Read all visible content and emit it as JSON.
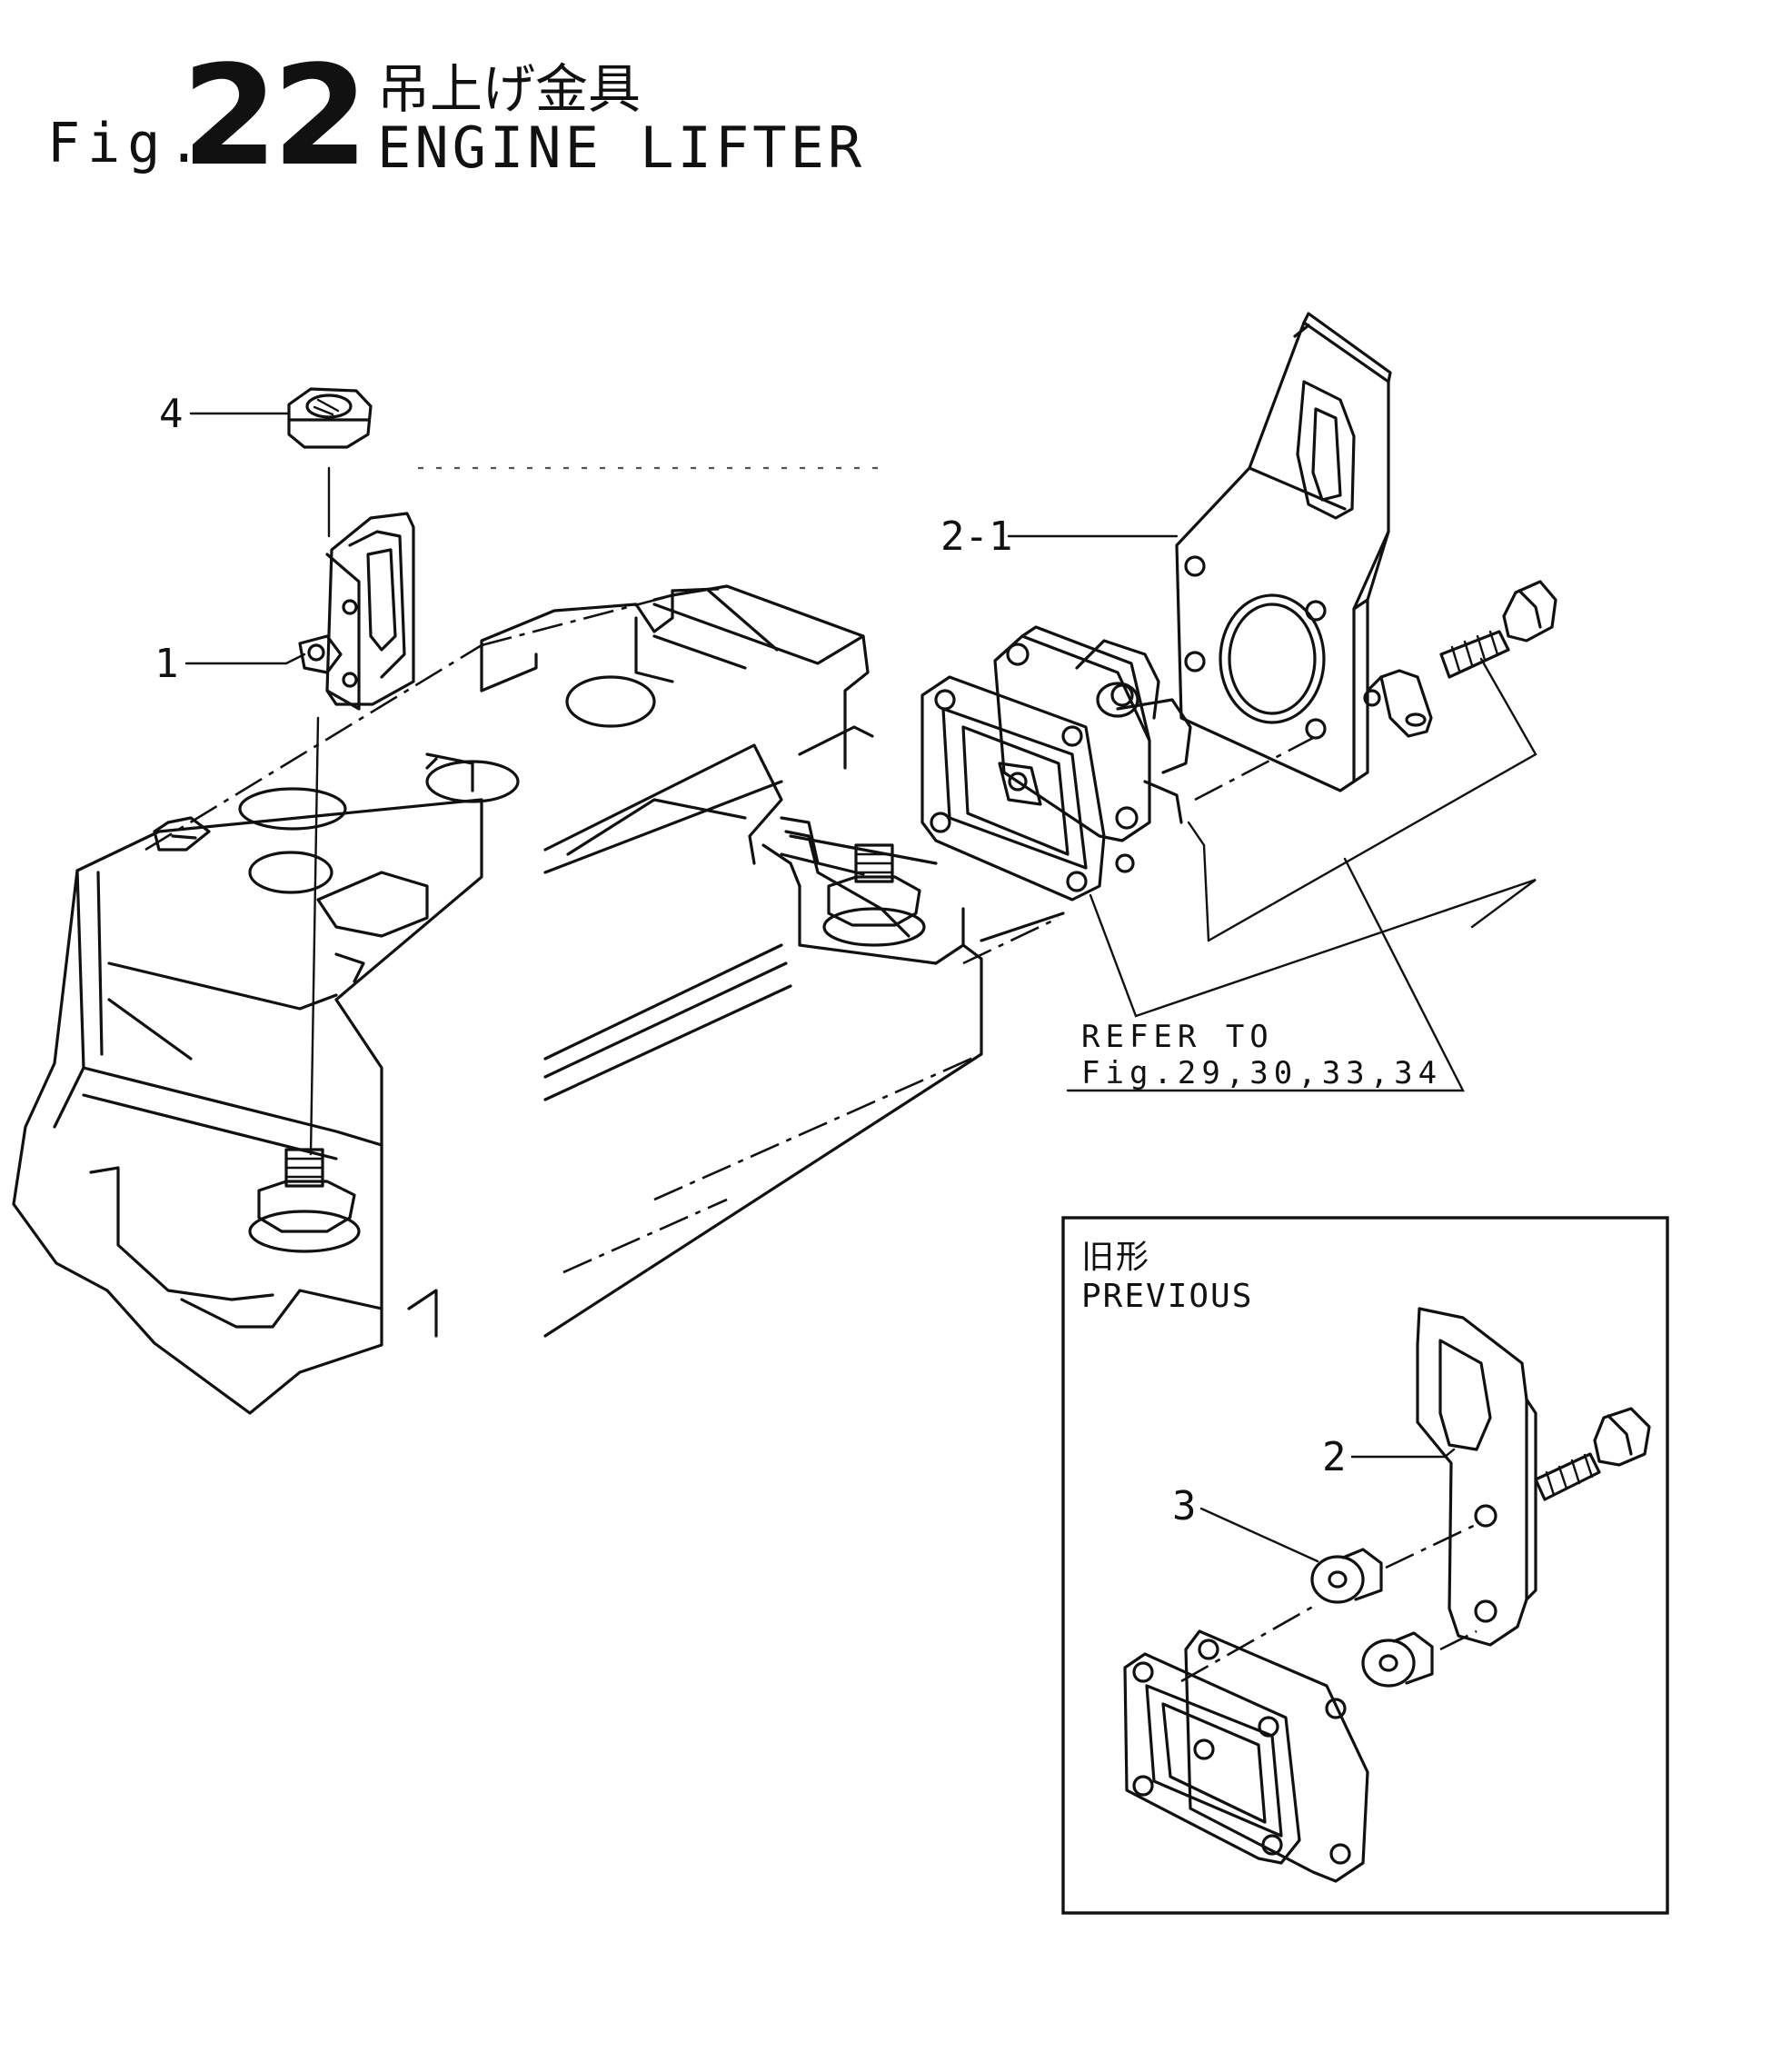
{
  "figure": {
    "prefix": "Fig.",
    "number": "22",
    "title_jp": "吊上げ金具",
    "title_en": "ENGINE LIFTER"
  },
  "callouts": {
    "c1": "1",
    "c2": "2",
    "c2_1": "2-1",
    "c3": "3",
    "c4": "4"
  },
  "reference": {
    "line1": "REFER TO",
    "line2": "Fig.29,30,33,34"
  },
  "inset": {
    "label_jp": "旧形",
    "label_en": "PREVIOUS"
  }
}
